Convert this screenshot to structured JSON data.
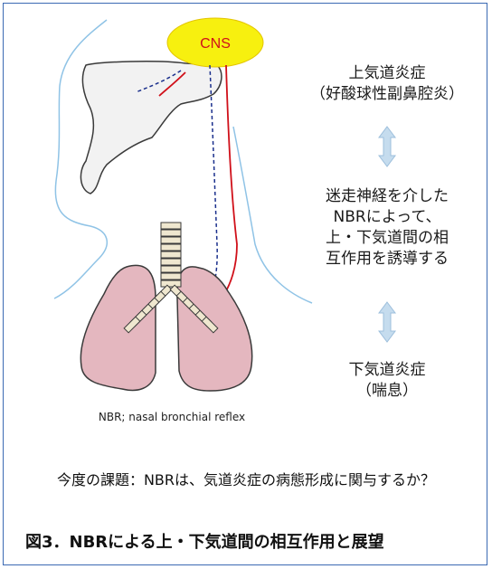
{
  "cns_label": "CNS",
  "upper": {
    "line1": "上気道炎症",
    "line2": "（好酸球性副鼻腔炎）"
  },
  "middle": {
    "line1": "迷走神経を介した",
    "line2": "NBRによって、",
    "line3": "上・下気道間の相",
    "line4": "互作用を誘導する"
  },
  "lower": {
    "line1": "下気道炎症",
    "line2": "（喘息）"
  },
  "caption": "NBR; nasal bronchial reflex",
  "task": "今度の課題：NBRは、気道炎症の病態形成に関与するか？",
  "figure_title": "図3．NBRによる上・下気道間の相互作用と展望",
  "colors": {
    "border": "#3b6ab3",
    "cns_fill": "#f7f00f",
    "cns_text": "#d0101a",
    "lung_fill": "#e4b7bf",
    "arrow_fill": "#c5dcee",
    "nerve_red": "#d0101a",
    "nerve_blue": "#1a2f8c"
  }
}
